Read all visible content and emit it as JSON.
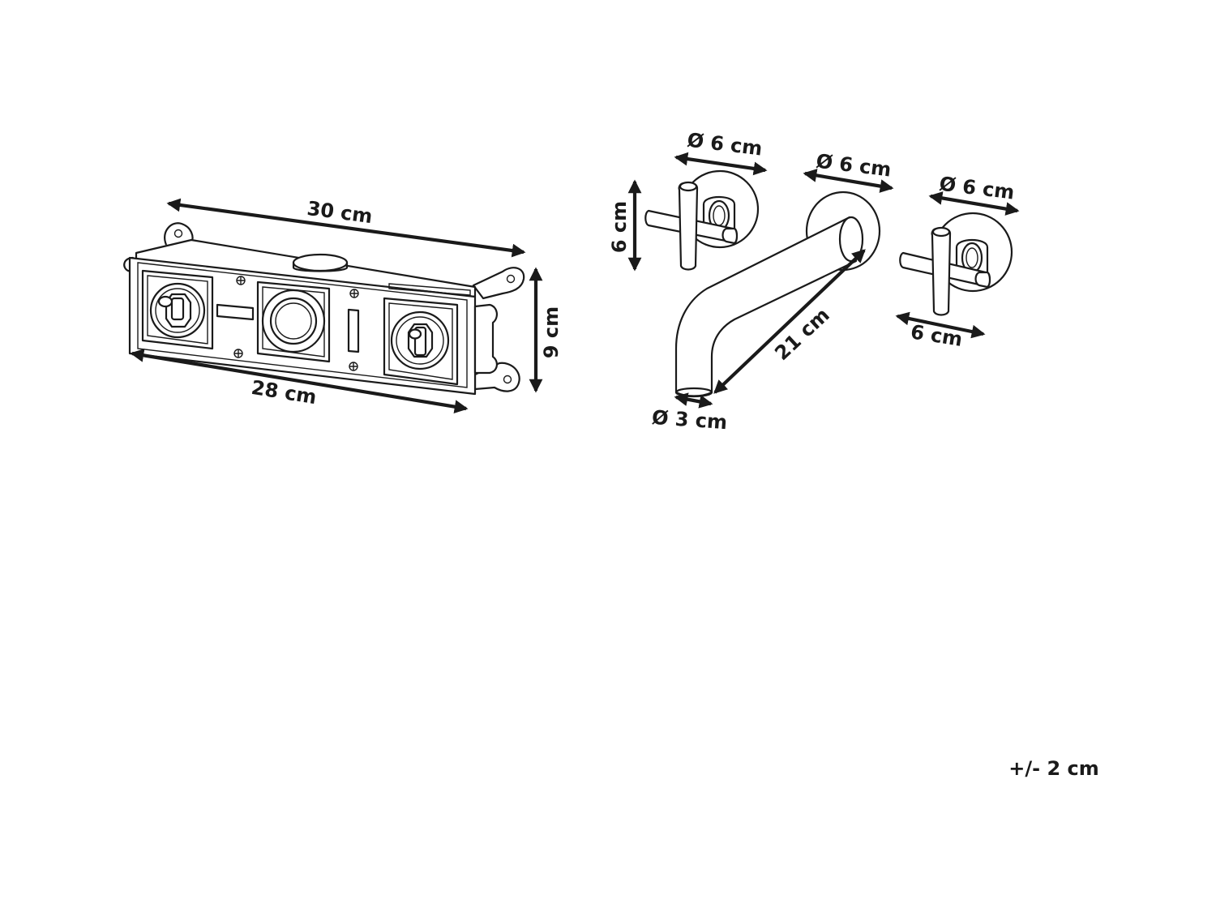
{
  "dimensions": {
    "box_top_width": "30 cm",
    "box_bottom_width": "28 cm",
    "box_height": "9 cm",
    "left_handle_diameter": "Ø 6 cm",
    "left_handle_height": "6 cm",
    "spout_plate_diameter": "Ø 6 cm",
    "spout_length": "21 cm",
    "spout_outlet_diameter": "Ø 3 cm",
    "right_handle_diameter": "Ø 6 cm",
    "right_handle_width": "6 cm"
  },
  "tolerance": "+/- 2 cm",
  "colors": {
    "line": "#1a1a1a",
    "background": "#ffffff"
  }
}
